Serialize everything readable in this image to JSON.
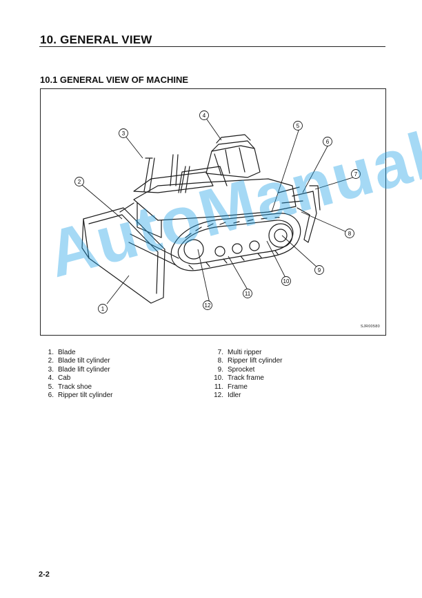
{
  "section": {
    "title": "10. GENERAL VIEW"
  },
  "subsection": {
    "title": "10.1 GENERAL VIEW OF MACHINE"
  },
  "figure": {
    "code": "SJR00580"
  },
  "callout_labels": [
    "1",
    "2",
    "3",
    "4",
    "5",
    "6",
    "7",
    "8",
    "9",
    "10",
    "11",
    "12"
  ],
  "legend_left": [
    {
      "num": "1.",
      "label": "Blade"
    },
    {
      "num": "2.",
      "label": "Blade tilt cylinder"
    },
    {
      "num": "3.",
      "label": "Blade lift cylinder"
    },
    {
      "num": "4.",
      "label": "Cab"
    },
    {
      "num": "5.",
      "label": "Track shoe"
    },
    {
      "num": "6.",
      "label": "Ripper tilt cylinder"
    }
  ],
  "legend_right": [
    {
      "num": "7.",
      "label": "Multi ripper"
    },
    {
      "num": "8.",
      "label": "Ripper lift cylinder"
    },
    {
      "num": "9.",
      "label": "Sprocket"
    },
    {
      "num": "10.",
      "label": "Track frame"
    },
    {
      "num": "11.",
      "label": "Frame"
    },
    {
      "num": "12.",
      "label": "Idler"
    }
  ],
  "page_number": "2-2",
  "watermark": "AutoManual",
  "colors": {
    "watermark": "#1ea0e6",
    "ink": "#111111"
  }
}
